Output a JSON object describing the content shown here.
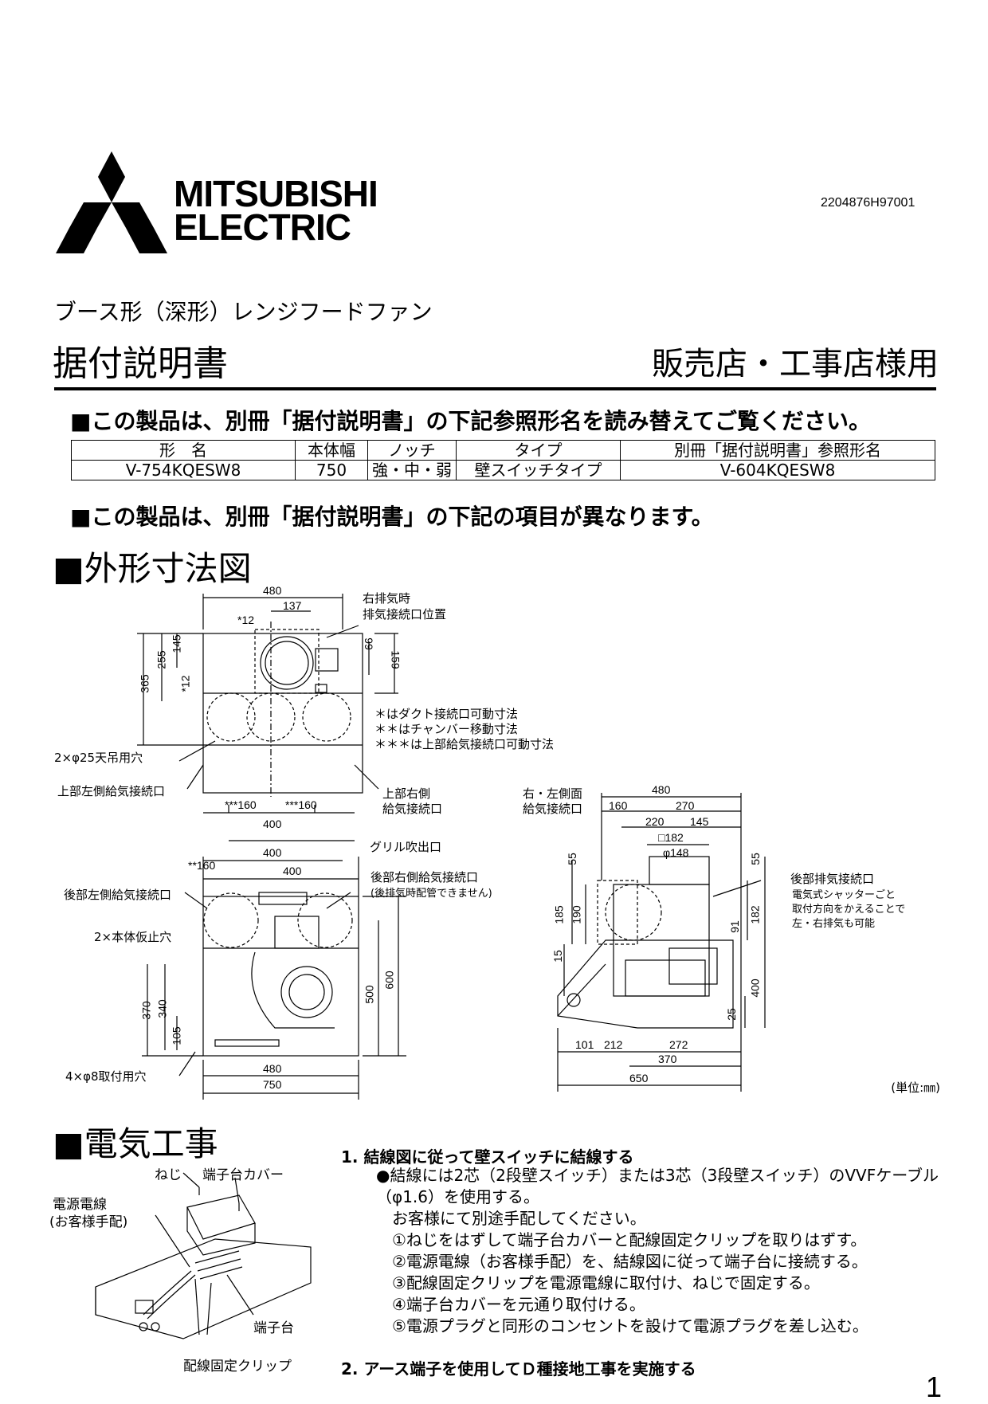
{
  "doc_number": "2204876H97001",
  "brand": {
    "line1": "MITSUBISHI",
    "line2": "ELECTRIC"
  },
  "subtitle": "ブース形（深形）レンジフードファン",
  "title": "据付説明書",
  "audience": "販売店・工事店様用",
  "note_rename": "■この製品は、別冊「据付説明書」の下記参照形名を読み替えてご覧ください。",
  "spec_table": {
    "headers": [
      "形　名",
      "本体幅",
      "ノッチ",
      "タイプ",
      "別冊「据付説明書」参照形名"
    ],
    "row": [
      "V-754KQESW8",
      "750",
      "強・中・弱",
      "壁スイッチタイプ",
      "V-604KQESW8"
    ]
  },
  "note_diff": "■この製品は、別冊「据付説明書」の下記の項目が異なります。",
  "section_dim": "■外形寸法図",
  "section_elec": "■電気工事",
  "dims": {
    "top": {
      "w480": "480",
      "d137": "137",
      "d12a": "*12",
      "d365": "365",
      "d255": "255",
      "d145": "145",
      "d12b": "*12",
      "d99": "99",
      "d159": "159",
      "d160a": "***160",
      "d160b": "***160",
      "d400": "400"
    },
    "front": {
      "d400a": "400",
      "d160": "**160",
      "d400b": "400",
      "d370": "370",
      "d340": "340",
      "d105": "105",
      "d500": "500",
      "d600": "600",
      "d480": "480",
      "d750": "750"
    },
    "side": {
      "d480": "480",
      "d160": "160",
      "d270": "270",
      "d220": "220",
      "d145": "145",
      "d182a": "□182",
      "d148": "φ148",
      "d55a": "55",
      "d55b": "55",
      "d185": "185",
      "d190": "190",
      "d15": "15",
      "d91": "91",
      "d182b": "182",
      "d400": "400",
      "d25": "25",
      "d101": "101",
      "d212": "212",
      "d272": "272",
      "d370": "370",
      "d650": "650"
    }
  },
  "labels": {
    "right_exhaust": "右排気時",
    "right_exhaust2": "排気接続口位置",
    "note_a": "＊はダクト接続口可動寸法",
    "note_b": "＊＊はチャンバー移動寸法",
    "note_c": "＊＊＊は上部給気接続口可動寸法",
    "ceiling_holes": "2×φ25天吊用穴",
    "top_left_intake": "上部左側給気接続口",
    "top_right_intake1": "上部右側",
    "top_right_intake2": "給気接続口",
    "grille": "グリル吹出口",
    "rear_left_intake": "後部左側給気接続口",
    "rear_right_intake": "後部右側給気接続口",
    "rear_right_note": "(後排気時配管できません)",
    "temp_holes": "2×本体仮止穴",
    "mount_holes": "4×φ8取付用穴",
    "side_intake1": "右・左側面",
    "side_intake2": "給気接続口",
    "rear_exhaust": "後部排気接続口",
    "rear_exhaust_note1": "電気式シャッターごと",
    "rear_exhaust_note2": "取付方向をかえることで",
    "rear_exhaust_note3": "左・右排気も可能",
    "unit": "(単位:㎜)",
    "screw": "ねじ",
    "terminal_cover": "端子台カバー",
    "power_cable1": "電源電線",
    "power_cable2": "(お客様手配)",
    "terminal": "端子台",
    "clip": "配線固定クリップ"
  },
  "steps": {
    "s1": "1.  結線図に従って壁スイッチに結線する",
    "s1_b1": "●結線には2芯（2段壁スイッチ）または3芯（3段壁スイッチ）のVVFケーブル（φ1.6）を使用する。",
    "s1_b2": "お客様にて別途手配してください。",
    "s1_i1": "①ねじをはずして端子台カバーと配線固定クリップを取りはずす。",
    "s1_i2": "②電源電線（お客様手配）を、結線図に従って端子台に接続する。",
    "s1_i3": "③配線固定クリップを電源電線に取付け、ねじで固定する。",
    "s1_i4": "④端子台カバーを元通り取付ける。",
    "s1_i5": "⑤電源プラグと同形のコンセントを設けて電源プラグを差し込む。",
    "s2": "2.  アース端子を使用してＤ種接地工事を実施する"
  },
  "page_number": "1"
}
